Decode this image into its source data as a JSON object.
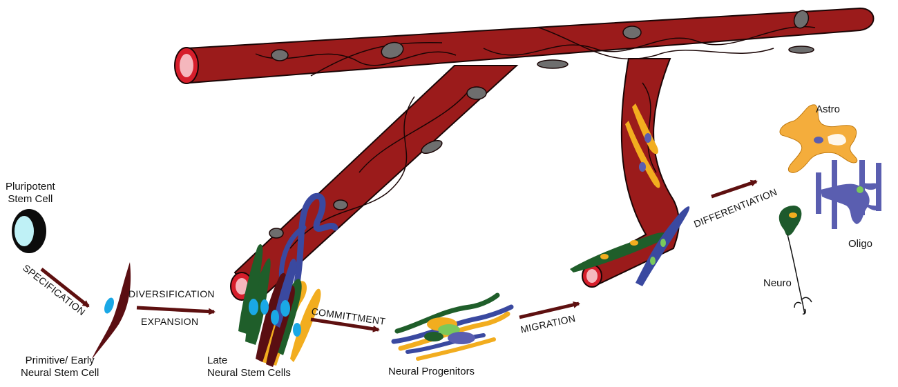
{
  "labels": {
    "pluripotent_line1": "Pluripotent",
    "pluripotent_line2": "Stem Cell",
    "primitive_line1": "Primitive/ Early",
    "primitive_line2": "Neural Stem Cell",
    "late_line1": "Late",
    "late_line2": "Neural Stem Cells",
    "progenitors": "Neural Progenitors",
    "astro": "Astro",
    "oligo": "Oligo",
    "neuro": "Neuro"
  },
  "steps": {
    "specification": "SPECIFICATION",
    "diversification": "DIVERSIFICATION",
    "expansion": "EXPANSION",
    "committment": "COMMITTMENT",
    "migration": "MIGRATION",
    "differentiation": "DIFFERENTIATION"
  },
  "colors": {
    "vessel": "#9b1b1b",
    "vessel_lumen": "#f5b7bd",
    "vessel_rim": "#d61e2b",
    "endothelial_nucleus": "#6e6e6e",
    "arrow": "#5e1010",
    "green_cell": "#1f5e2a",
    "blue_cell": "#3a49a0",
    "yellow_cell": "#f2ad1f",
    "maroon_cell": "#5a0e12",
    "cyan_nucleus": "#1aa8e6",
    "astro": "#f4ad3c",
    "oligo": "#5a5eb0",
    "neuro": "#1e5a2c"
  }
}
